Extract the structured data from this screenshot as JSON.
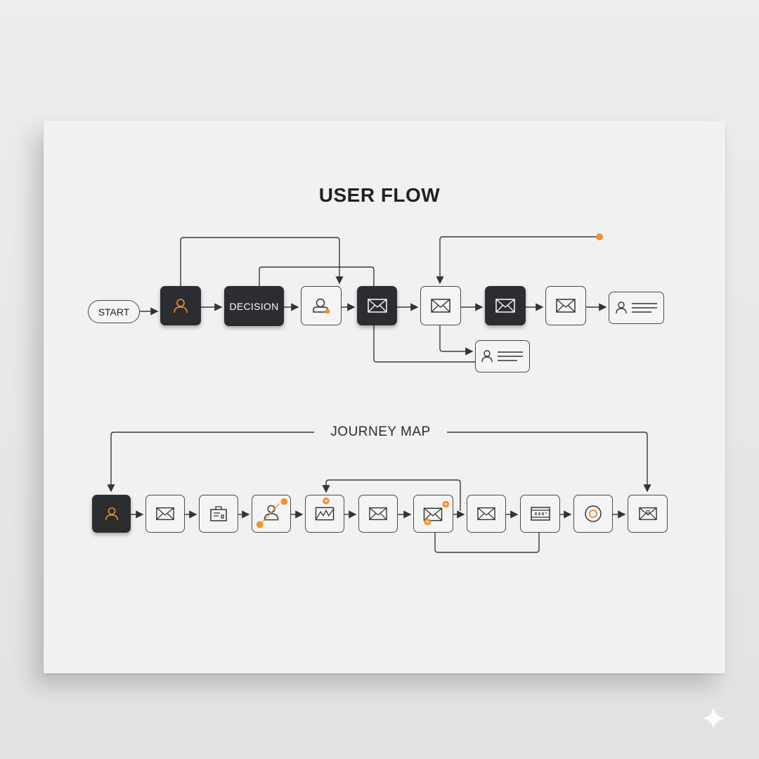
{
  "title": "USER FLOW",
  "start_label": "START",
  "decision_label": "DECISION",
  "journey_label": "JOURNEY MAP",
  "colors": {
    "accent": "#f0922f",
    "dark": "#2b2d31",
    "line": "#3a3a3a"
  },
  "user_flow_nodes": [
    "start",
    "user-icon",
    "decision",
    "user-badge-icon",
    "mail-icon",
    "mail-icon",
    "mail-icon",
    "mail-icon",
    "profile-card-icon",
    "profile-card-icon"
  ],
  "journey_nodes": [
    "user-icon",
    "mail-icon",
    "briefcase-icon",
    "user-dots-icon",
    "mail-open-icon",
    "mail-icon",
    "mail-dots-icon",
    "mail-icon",
    "keyboard-icon",
    "target-icon",
    "mail-pin-icon"
  ]
}
